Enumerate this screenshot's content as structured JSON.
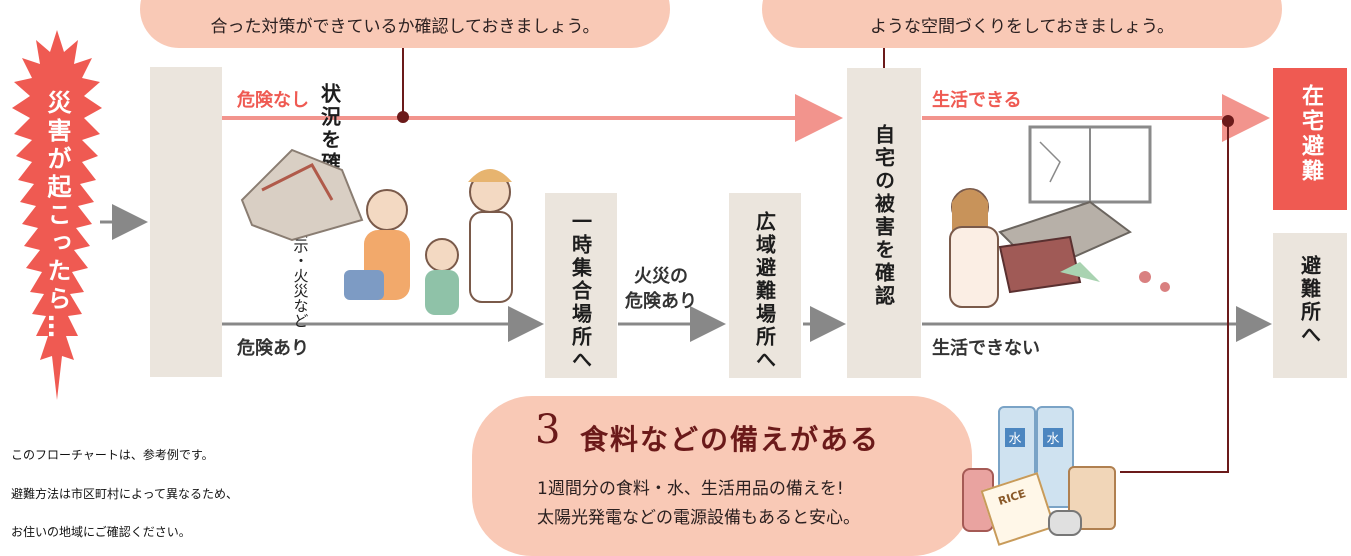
{
  "top_left_bubble": {
    "text": "合った対策ができているか確認しておきましょう。"
  },
  "top_right_bubble": {
    "text": "ような空間づくりをしておきましょう。"
  },
  "start": {
    "text": "災害が起こったら…"
  },
  "boxes": {
    "check_situation": {
      "title": "状況を確認",
      "sub": "避難指示・火災など"
    },
    "temporary_assembly": {
      "title": "一時集合場所へ"
    },
    "wide_area": {
      "title": "広域避難場所へ"
    },
    "check_home": {
      "title": "自宅の被害を確認"
    },
    "stay_home": {
      "title": "在宅避難"
    },
    "go_shelter": {
      "title": "避難所へ"
    }
  },
  "labels": {
    "no_danger": "危険なし",
    "danger": "危険あり",
    "fire_danger_1": "火災の",
    "fire_danger_2": "危険あり",
    "can_live": "生活できる",
    "cannot_live": "生活できない"
  },
  "section3": {
    "number": "3",
    "title": "食料などの備えがある",
    "line1": "1週間分の食料・水、生活用品の備えを!",
    "line2": "太陽光発電などの電源設備もあると安心。"
  },
  "notes": [
    "このフローチャートは、参考例です。",
    "避難方法は市区町村によって異なるため、",
    "お住いの地域にご確認ください。"
  ],
  "illustration_text": {
    "water1": "水",
    "water2": "水",
    "rice": "RICE"
  },
  "colors": {
    "accent_red": "#ef5a52",
    "pink_bubble": "#f9c9b6",
    "box_bg": "#ebe5dd",
    "gray_line": "#888888",
    "pink_line": "#f2948d",
    "dot": "#6b1a1a"
  }
}
